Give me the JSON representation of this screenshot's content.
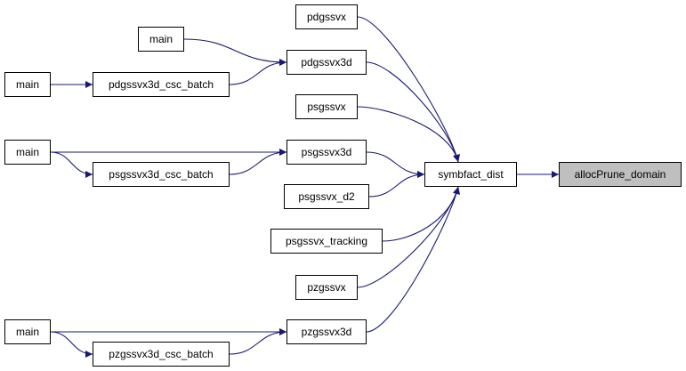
{
  "colors": {
    "edge": "#191970",
    "node_border": "#000000",
    "highlight_fill": "#bfbfbf"
  },
  "nodes": {
    "allocprune_domain": "allocPrune_domain",
    "symbfact_dist": "symbfact_dist",
    "pdgssvx": "pdgssvx",
    "pdgssvx3d": "pdgssvx3d",
    "psgssvx": "psgssvx",
    "psgssvx3d": "psgssvx3d",
    "psgssvx_d2": "psgssvx_d2",
    "psgssvx_tracking": "psgssvx_tracking",
    "pzgssvx": "pzgssvx",
    "pzgssvx3d": "pzgssvx3d",
    "pdgssvx3d_csc_batch": "pdgssvx3d_csc_batch",
    "psgssvx3d_csc_batch": "psgssvx3d_csc_batch",
    "pzgssvx3d_csc_batch": "pzgssvx3d_csc_batch",
    "main_1": "main",
    "main_2": "main",
    "main_3": "main",
    "main_4": "main"
  },
  "edges": [
    [
      "symbfact_dist",
      "allocprune_domain"
    ],
    [
      "pdgssvx",
      "symbfact_dist"
    ],
    [
      "pdgssvx3d",
      "symbfact_dist"
    ],
    [
      "psgssvx",
      "symbfact_dist"
    ],
    [
      "psgssvx3d",
      "symbfact_dist"
    ],
    [
      "psgssvx_d2",
      "symbfact_dist"
    ],
    [
      "psgssvx_tracking",
      "symbfact_dist"
    ],
    [
      "pzgssvx",
      "symbfact_dist"
    ],
    [
      "pzgssvx3d",
      "symbfact_dist"
    ],
    [
      "main_1",
      "pdgssvx3d"
    ],
    [
      "pdgssvx3d_csc_batch",
      "pdgssvx3d"
    ],
    [
      "main_2",
      "pdgssvx3d_csc_batch"
    ],
    [
      "main_3",
      "psgssvx3d"
    ],
    [
      "psgssvx3d_csc_batch",
      "psgssvx3d"
    ],
    [
      "main_3",
      "psgssvx3d_csc_batch"
    ],
    [
      "main_4",
      "pzgssvx3d"
    ],
    [
      "pzgssvx3d_csc_batch",
      "pzgssvx3d"
    ],
    [
      "main_4",
      "pzgssvx3d_csc_batch"
    ]
  ]
}
